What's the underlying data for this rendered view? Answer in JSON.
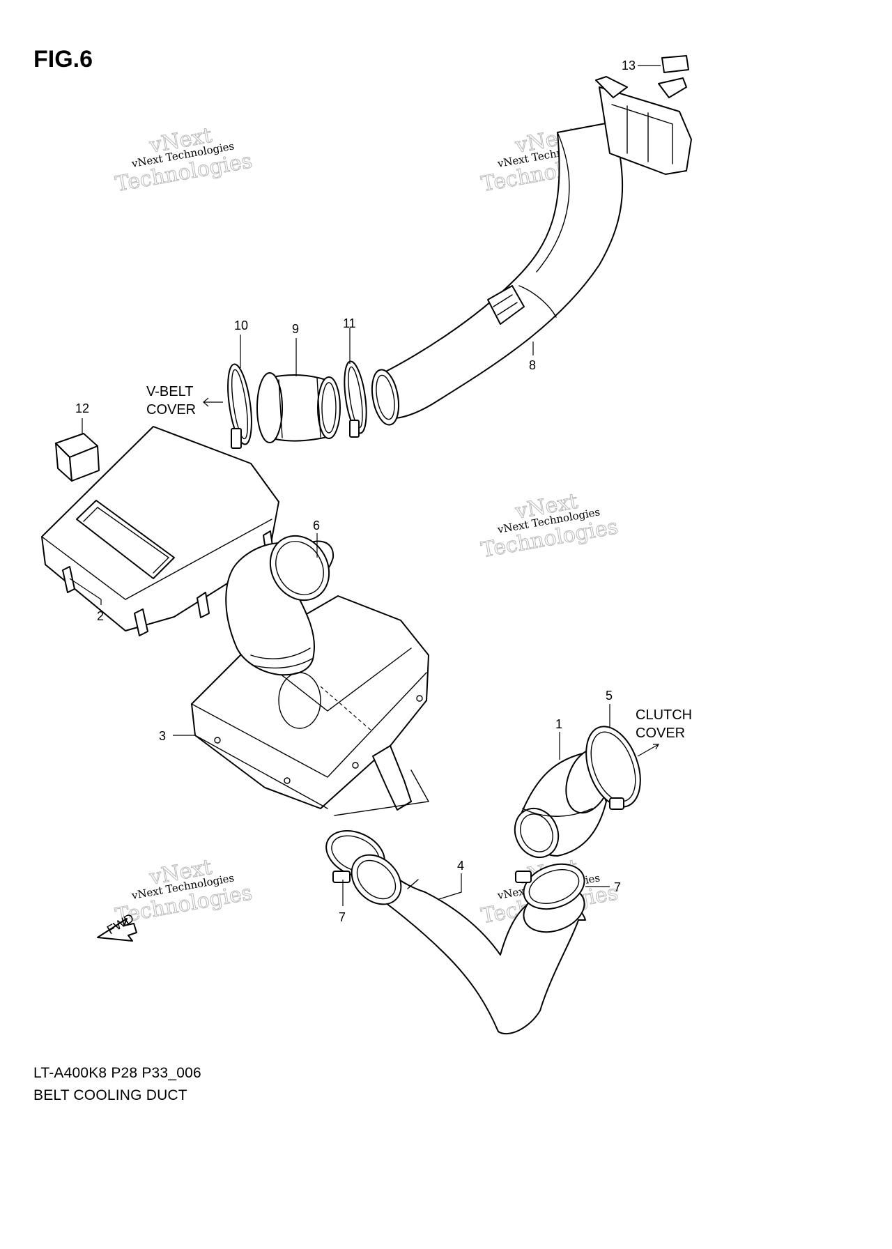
{
  "figure": {
    "title": "FIG.6"
  },
  "footer": {
    "code": "LT-A400K8 P28 P33_006",
    "name": "BELT COOLING DUCT"
  },
  "captions": {
    "vbelt": [
      "V-BELT",
      "COVER"
    ],
    "clutch": [
      "CLUTCH",
      "COVER"
    ],
    "fwd": "FWD"
  },
  "callouts": [
    "13",
    "10",
    "9",
    "11",
    "8",
    "12",
    "6",
    "2",
    "3",
    "5",
    "1",
    "4",
    "7",
    "7"
  ],
  "watermark": {
    "line1": "vNext Technologies",
    "line2": "vNext",
    "line3": "Technologies"
  },
  "colors": {
    "ink": "#000000",
    "watermark_outline": "#b9b9b9",
    "background": "#ffffff"
  }
}
